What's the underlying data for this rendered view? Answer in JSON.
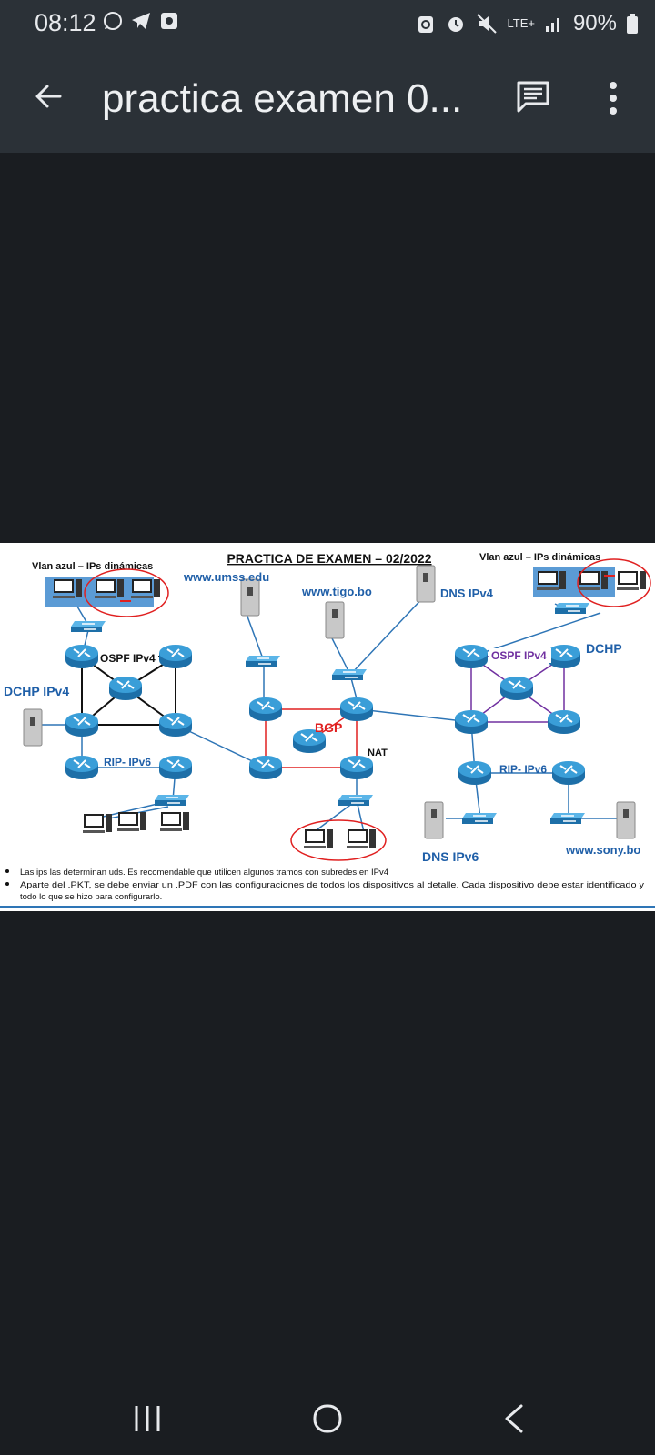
{
  "status_bar": {
    "time": "08:12",
    "network": "LTE+",
    "battery": "90%"
  },
  "app_bar": {
    "title": "practica examen 0..."
  },
  "diagram": {
    "title": "PRACTICA DE EXAMEN – 02/2022",
    "vlan_left": "Vlan azul – IPs dinámicas",
    "vlan_right": "Vlan azul – IPs dinámicas",
    "umss": "www.umss.edu",
    "tigo": "www.tigo.bo",
    "dns_ipv4": "DNS IPv4",
    "dchp_ipv4": "DCHP IPv4",
    "ospf_left": "OSPF IPv4",
    "ospf_right": "OSPF IPv4",
    "dchp_right": "DCHP",
    "bgp": "BGP",
    "nat": "NAT",
    "rip_left": "RIP- IPv6",
    "rip_right": "RIP- IPv6",
    "dns_ipv6": "DNS IPv6",
    "sony": "www.sony.bo",
    "note1": "Las ips las determinan uds. Es recomendable que utilicen algunos tramos con subredes en IPv4",
    "note2": "Aparte del .PKT, se debe enviar un .PDF con las configuraciones de todos los dispositivos al detalle. Cada dispositivo debe estar identificado y",
    "note3": "todo lo que se hizo para configurarlo."
  },
  "colors": {
    "status_bg": "#2b3137",
    "page_bg": "#1a1d21",
    "bgp_red": "#e02020",
    "ospf_purple": "#7030a0",
    "link_blue": "#2e75b6",
    "label_blue": "#1f5fa8"
  }
}
